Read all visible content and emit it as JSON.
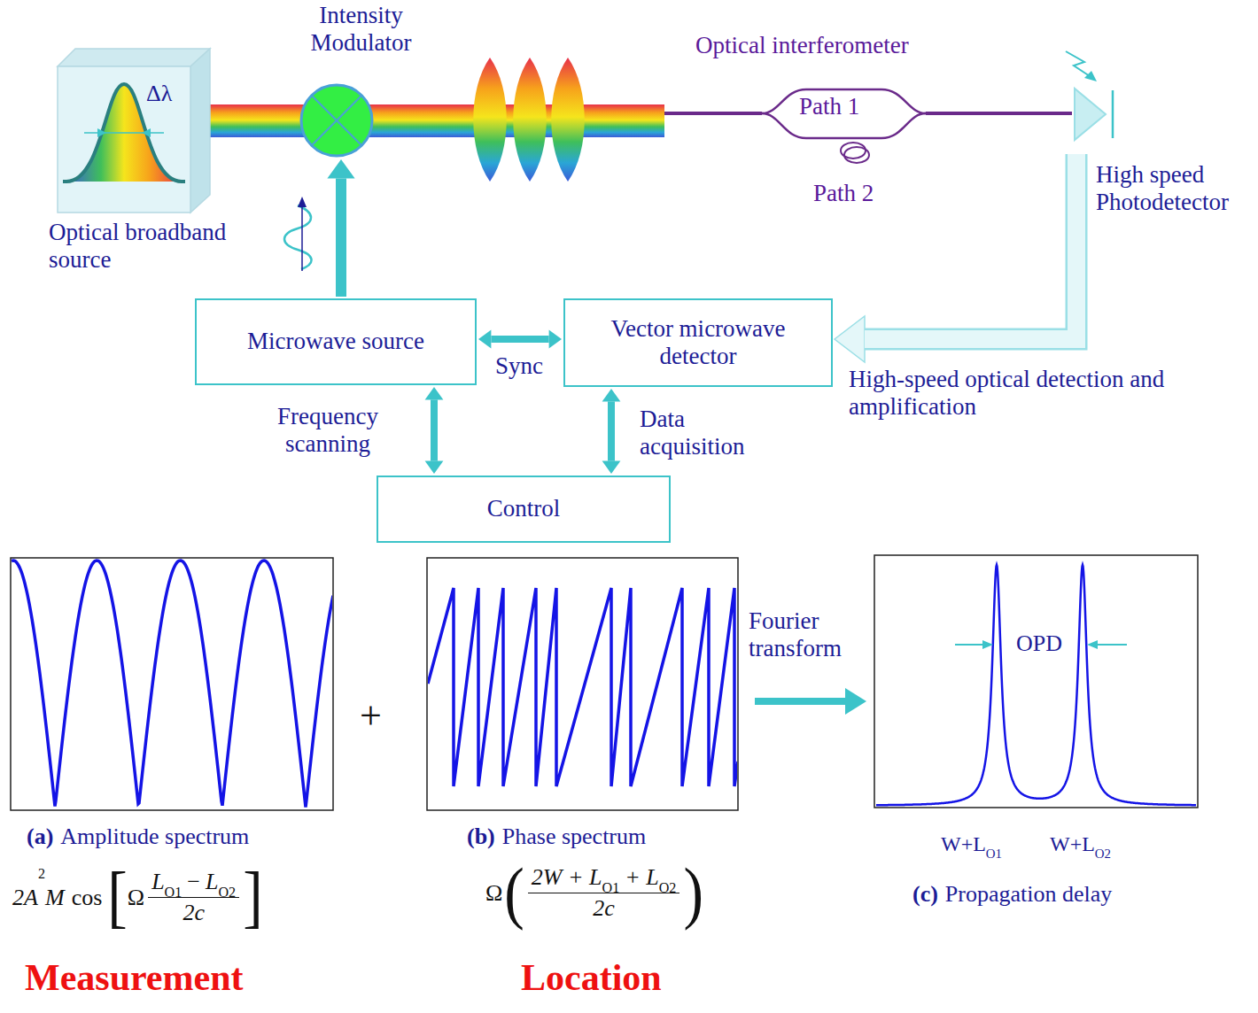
{
  "diagram": {
    "nodes": [
      {
        "text": [
          "Δλ",
          "Optical broadband source"
        ]
      },
      {
        "text": [
          "Intensity Modulator"
        ]
      },
      {
        "text": [
          "Optical interferometer",
          "Path 1",
          "Path 2"
        ]
      },
      {
        "text": [
          "High speed Photodetector"
        ]
      },
      {
        "text": [
          "Microwave source"
        ]
      },
      {
        "text": [
          "Vector microwave detector"
        ]
      },
      {
        "text": [
          "Control"
        ]
      }
    ],
    "edges": [
      {
        "from": 0,
        "to": 1,
        "arrow": "none"
      },
      {
        "from": 1,
        "to": 2,
        "arrow": "none"
      },
      {
        "from": 2,
        "to": 3,
        "arrow": "none"
      },
      {
        "from": 3,
        "to": 5,
        "arrow": "to",
        "label": "High-speed optical detection and amplification"
      },
      {
        "from": 4,
        "to": 1,
        "arrow": "to"
      },
      {
        "from": 4,
        "to": 5,
        "arrow": "both",
        "label": "Sync"
      },
      {
        "from": 4,
        "to": 6,
        "arrow": "both",
        "label": "Frequency scanning"
      },
      {
        "from": 5,
        "to": 6,
        "arrow": "both",
        "label": "Data acquisition"
      }
    ],
    "labels": [
      "(a)",
      "Amplitude spectrum",
      "2A",
      "2",
      "M",
      "cos",
      "[",
      "Ω",
      "L",
      "O1",
      "−",
      "L",
      "O2",
      "2c",
      "]",
      "+",
      "(b)",
      "Phase spectrum",
      "Ω",
      "(",
      "2W + L",
      "O1",
      "+ L",
      "O2",
      "2c",
      ")",
      "Fourier transform",
      "OPD",
      "W+L",
      "O1",
      "W+L",
      "O2",
      "(c)",
      "Propagation delay",
      "Measurement",
      "Location"
    ]
  }
}
